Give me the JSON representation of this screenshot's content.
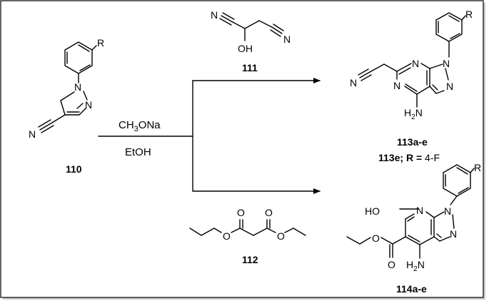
{
  "scheme": {
    "starting_material": {
      "label": "110",
      "atoms": {
        "N_nitrile": "N",
        "N1": "N",
        "N2": "N",
        "R": "R"
      }
    },
    "conditions": {
      "base": {
        "prefix": "CH",
        "sub": "3",
        "suffix": "ONa"
      },
      "solvent": "EtOH"
    },
    "reagent_1": {
      "label": "111",
      "atoms": {
        "N_left": "N",
        "N_right": "N",
        "OH": "OH"
      }
    },
    "reagent_2": {
      "label": "112",
      "atoms": {
        "O1": "O",
        "O2": "O",
        "O3": "O",
        "O4": "O"
      }
    },
    "product_1": {
      "label": "113a-e",
      "note": {
        "prefix": "113e; ",
        "r": "R",
        "eq": " = ",
        "value": "4-F"
      },
      "atoms": {
        "N_nitrile": "N",
        "N_a": "N",
        "N_b": "N",
        "N_c": "N",
        "N_d": "N",
        "NH2_prefix": "H",
        "NH2_sub": "2",
        "NH2_suffix": "N",
        "R": "R"
      }
    },
    "product_2": {
      "label": "114a-e",
      "atoms": {
        "HO": "HO",
        "N_a": "N",
        "N_b": "N",
        "N_c": "N",
        "O_ester": "O",
        "O_carbonyl": "O",
        "NH2_prefix": "H",
        "NH2_sub": "2",
        "NH2_suffix": "N",
        "R": "R"
      }
    }
  }
}
